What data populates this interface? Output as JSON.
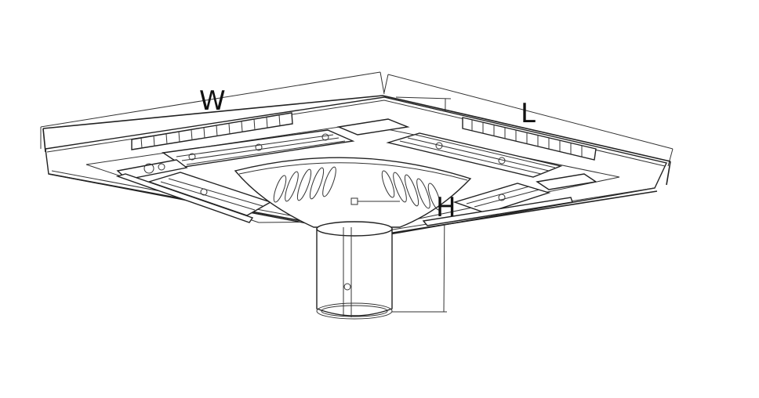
{
  "diagram": {
    "dimensions": {
      "width_label": "W",
      "length_label": "L",
      "height_label": "H"
    },
    "colors": {
      "line": "#222222",
      "background": "#ffffff"
    }
  }
}
